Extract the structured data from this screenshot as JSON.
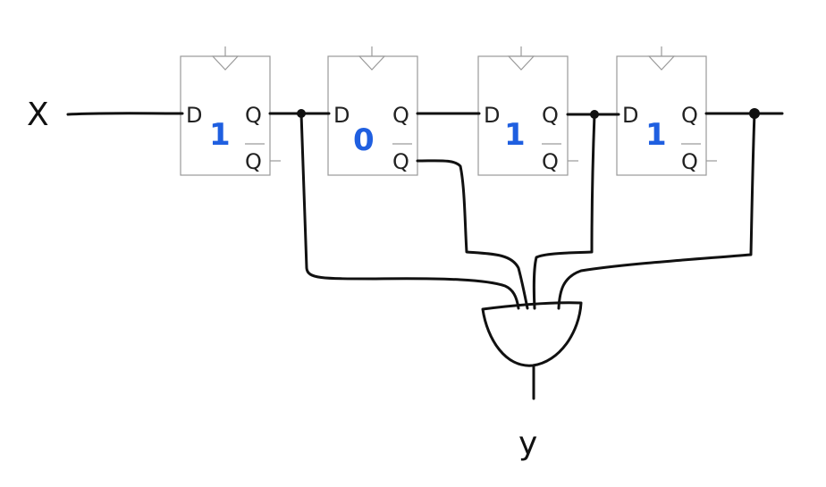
{
  "input_label": "X",
  "output_label": "y",
  "pins": {
    "d": "D",
    "q": "Q",
    "qbar": "Q"
  },
  "flipflops": [
    {
      "state": "1"
    },
    {
      "state": "0"
    },
    {
      "state": "1"
    },
    {
      "state": "1"
    }
  ],
  "colors": {
    "state_ink": "#1f5fe0",
    "wire": "#111111",
    "box": "#9a9a9a"
  }
}
